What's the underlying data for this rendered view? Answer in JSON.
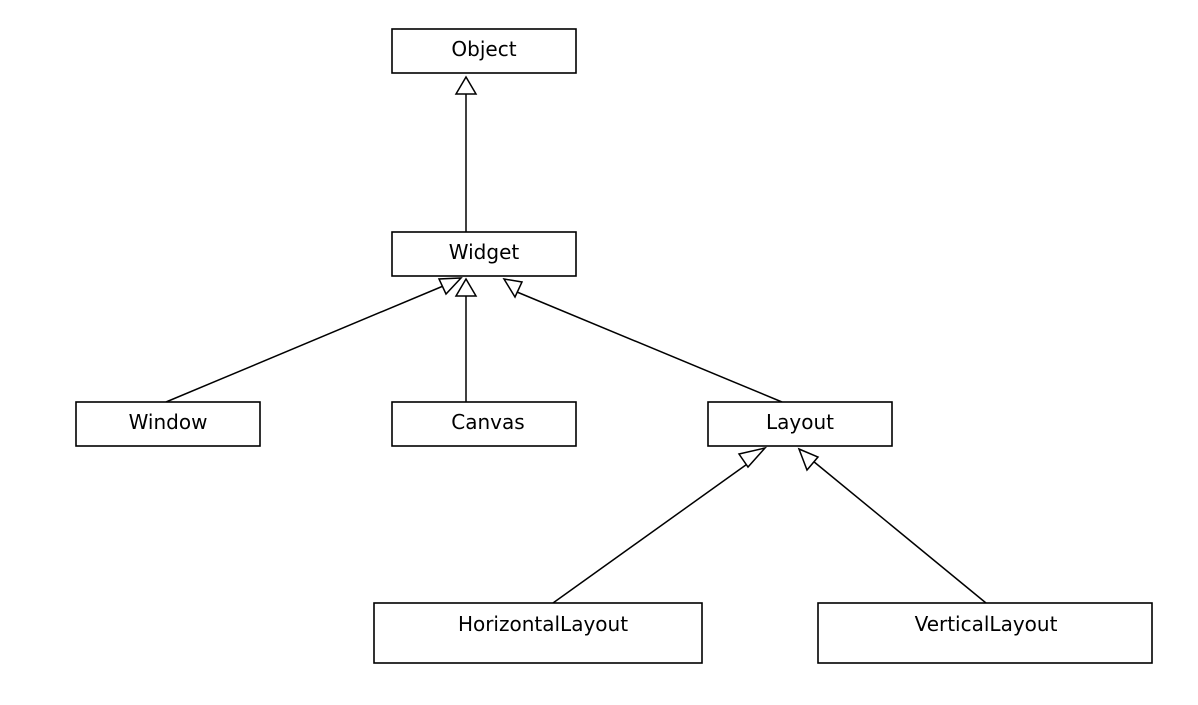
{
  "classes": {
    "object": "Object",
    "widget": "Widget",
    "window": "Window",
    "canvas": "Canvas",
    "layout": "Layout",
    "horizontal_layout": "HorizontalLayout",
    "vertical_layout": "VerticalLayout"
  },
  "relations": [
    {
      "child": "widget",
      "parent": "object",
      "type": "inheritance"
    },
    {
      "child": "window",
      "parent": "widget",
      "type": "inheritance"
    },
    {
      "child": "canvas",
      "parent": "widget",
      "type": "inheritance"
    },
    {
      "child": "layout",
      "parent": "widget",
      "type": "inheritance"
    },
    {
      "child": "horizontal_layout",
      "parent": "layout",
      "type": "inheritance"
    },
    {
      "child": "vertical_layout",
      "parent": "layout",
      "type": "inheritance"
    }
  ]
}
